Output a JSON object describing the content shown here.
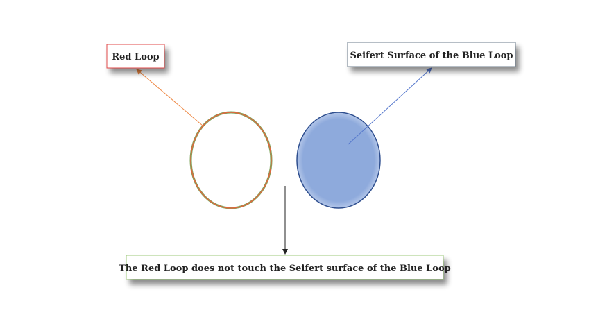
{
  "labels": {
    "red_loop": "Red Loop",
    "seifert_surface": "Seifert Surface of the Blue Loop",
    "caption": "The Red Loop does not touch the Seifert surface of the Blue Loop"
  },
  "colors": {
    "red_loop_border": "#e0683f",
    "red_loop_inner_edge": "#7aa35a",
    "blue_surface_fill": "#8eaadc",
    "blue_surface_border": "#2f4f8f",
    "red_label_border": "#e0484a",
    "blue_label_border": "#6c7c8c",
    "caption_border": "#9cc97a",
    "orange_arrow": "#ee8844",
    "blue_arrow": "#5577cc",
    "black_arrow": "#222222"
  }
}
